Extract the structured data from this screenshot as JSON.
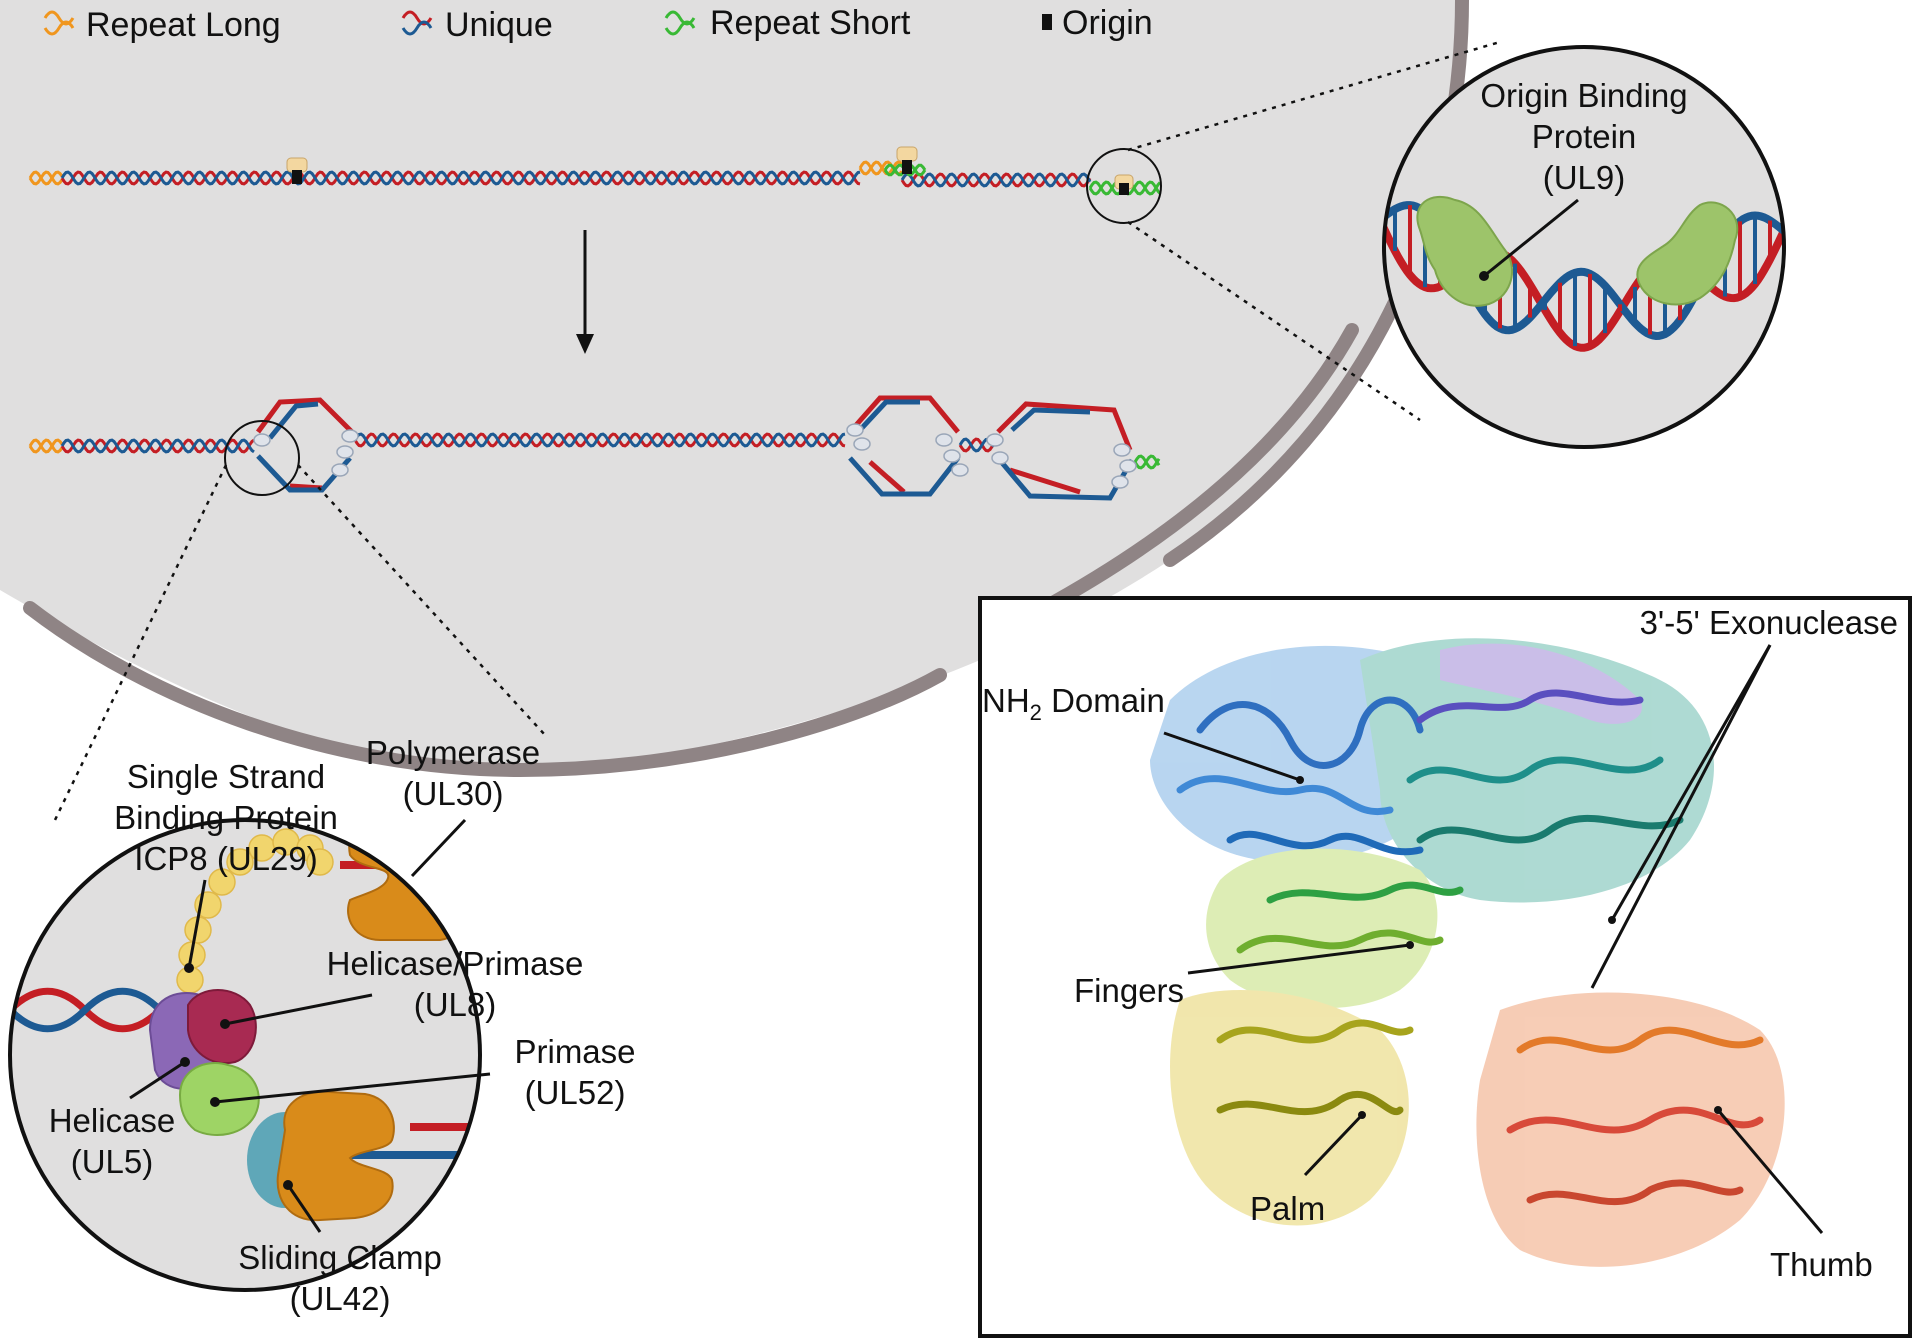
{
  "legend": {
    "repeat_long": "Repeat Long",
    "unique": "Unique",
    "repeat_short": "Repeat Short",
    "origin": "Origin"
  },
  "colors": {
    "repeat_long": "#f0961e",
    "unique_red": "#c41e24",
    "unique_blue": "#1d5a93",
    "repeat_short": "#39b935",
    "origin": "#111111",
    "nucleus": "#e0dfdf",
    "membrane": "#8f8485",
    "ul9": "#9dc46a",
    "polymerase": "#d98b1a",
    "sliding_clamp": "#5fa7b8",
    "helicase": "#8b68b6",
    "primase_ul8": "#a82a52",
    "primase_ul52": "#9ed465",
    "icp8": "#f1d56d"
  },
  "obp_inset": {
    "label_line1": "Origin Binding",
    "label_line2": "Protein",
    "label_line3": "(UL9)"
  },
  "replisome_inset": {
    "polymerase_line1": "Polymerase",
    "polymerase_line2": "(UL30)",
    "ssbp_line1": "Single Strand",
    "ssbp_line2": "Binding Protein",
    "ssbp_line3": "ICP8 (UL29)",
    "helicase_primase_line1": "Helicase/Primase",
    "helicase_primase_line2": "(UL8)",
    "primase_line1": "Primase",
    "primase_line2": "(UL52)",
    "helicase_line1": "Helicase",
    "helicase_line2": "(UL5)",
    "clamp_line1": "Sliding Clamp",
    "clamp_line2": "(UL42)"
  },
  "structure_panel": {
    "exonuclease": "3'-5' Exonuclease",
    "nh2_prefix": "NH",
    "nh2_sub": "2",
    "nh2_suffix": " Domain",
    "fingers": "Fingers",
    "palm": "Palm",
    "thumb": "Thumb"
  }
}
